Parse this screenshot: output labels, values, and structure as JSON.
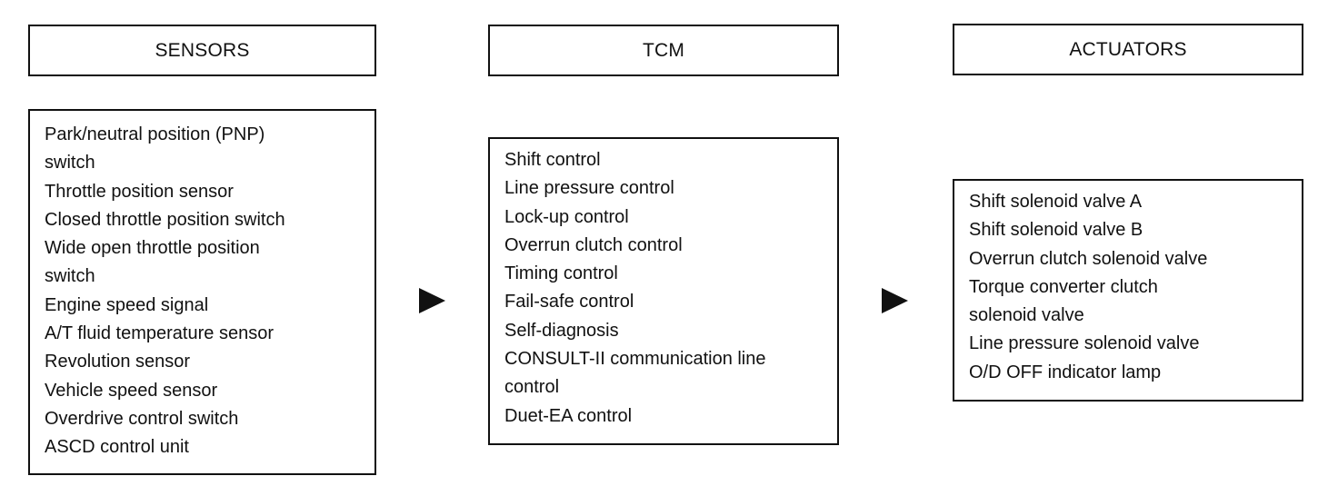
{
  "columns": {
    "sensors": {
      "title": "SENSORS",
      "lines": [
        "Park/neutral position (PNP)",
        "switch",
        "Throttle position sensor",
        "Closed throttle position switch",
        "Wide open throttle position",
        "switch",
        "Engine speed signal",
        "A/T fluid temperature sensor",
        "Revolution sensor",
        "Vehicle speed sensor",
        "Overdrive control switch",
        "ASCD control unit"
      ]
    },
    "tcm": {
      "title": "TCM",
      "lines": [
        "Shift control",
        "Line pressure control",
        "Lock-up control",
        "Overrun clutch control",
        "Timing control",
        "Fail-safe control",
        "Self-diagnosis",
        "CONSULT-II communication line",
        "control",
        "Duet-EA control"
      ]
    },
    "actuators": {
      "title": "ACTUATORS",
      "lines": [
        "Shift solenoid valve A",
        "Shift solenoid valve B",
        "Overrun clutch solenoid valve",
        "Torque converter clutch",
        "solenoid valve",
        "Line pressure solenoid valve",
        "O/D OFF indicator lamp"
      ]
    }
  },
  "arrows": [
    {
      "from": "sensors",
      "to": "tcm",
      "icon": "right-triangle-arrow-icon"
    },
    {
      "from": "tcm",
      "to": "actuators",
      "icon": "right-triangle-arrow-icon"
    }
  ],
  "colors": {
    "line": "#111111",
    "background": "#ffffff",
    "text": "#111111"
  }
}
